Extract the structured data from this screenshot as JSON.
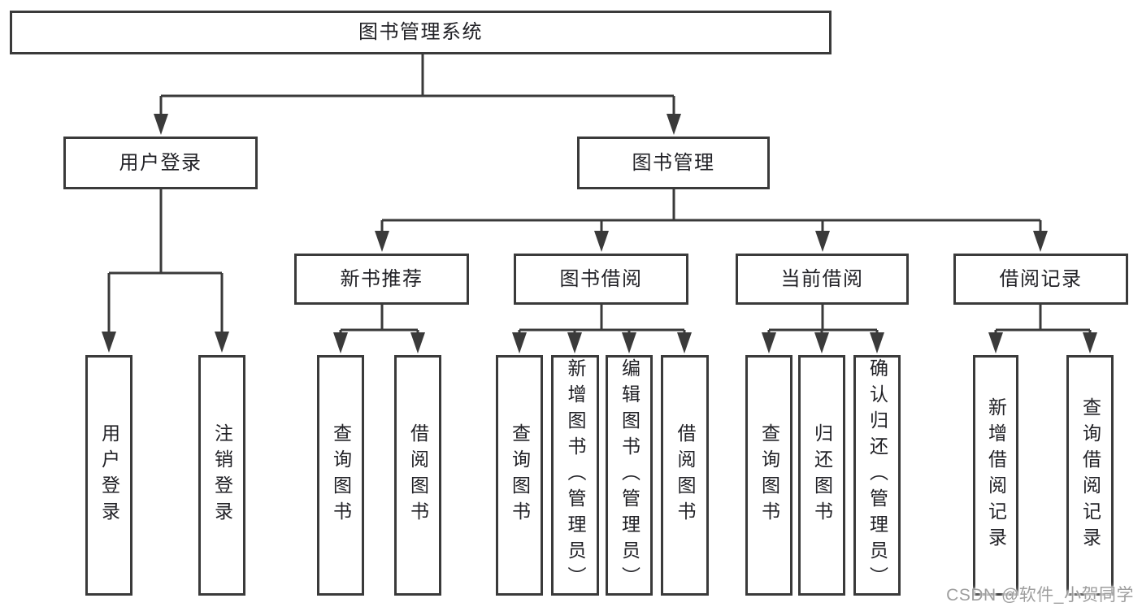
{
  "tree": {
    "label": "图书管理系统",
    "children": [
      {
        "label": "用户登录",
        "children": [
          {
            "label": "用户登录"
          },
          {
            "label": "注销登录"
          }
        ]
      },
      {
        "label": "图书管理",
        "children": [
          {
            "label": "新书推荐",
            "children": [
              {
                "label": "查询图书"
              },
              {
                "label": "借阅图书"
              }
            ]
          },
          {
            "label": "图书借阅",
            "children": [
              {
                "label": "查询图书"
              },
              {
                "label": "新增图书（管理员）"
              },
              {
                "label": "编辑图书（管理员）"
              },
              {
                "label": "借阅图书"
              }
            ]
          },
          {
            "label": "当前借阅",
            "children": [
              {
                "label": "查询图书"
              },
              {
                "label": "归还图书"
              },
              {
                "label": "确认归还（管理员）"
              }
            ]
          },
          {
            "label": "借阅记录",
            "children": [
              {
                "label": "新增借阅记录"
              },
              {
                "label": "查询借阅记录"
              }
            ]
          }
        ]
      }
    ]
  },
  "watermark": "CSDN @软件_小贺同学",
  "colors": {
    "line": "#3a3a3a",
    "text": "#212126",
    "watermark": "#9e9e9e",
    "background": "#ffffff"
  }
}
